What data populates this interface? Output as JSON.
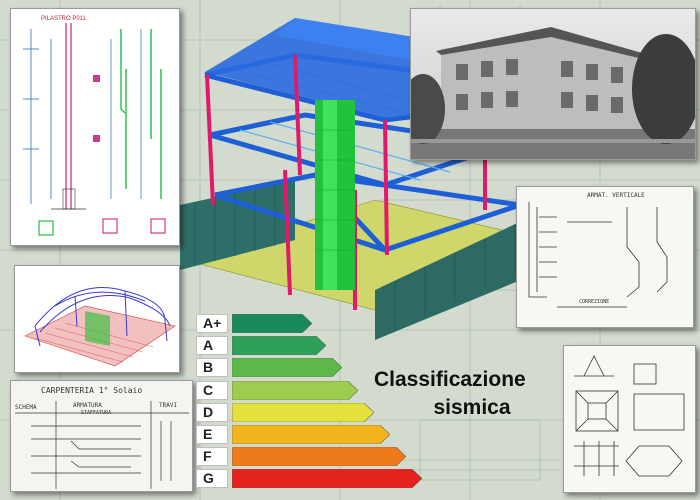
{
  "title": {
    "line1": "Classificazione",
    "line2": "sismica"
  },
  "rebar_drawing": {
    "header": "PILASTRO P011"
  },
  "carpentry_sketch": {
    "heading": "CARPENTERIA  1° Solaio",
    "col_schema": "SCHEMA",
    "col_armatura": "ARMATURA",
    "col_staffatura": "STAFFATURA",
    "col_travi": "TRAVI"
  },
  "rebar_sketch": {
    "heading": "ARMAT. VERTICALE",
    "note": "CORREZIONE"
  },
  "energy_classes": {
    "grades": [
      {
        "label": "A+",
        "color": "#1a8a5a",
        "length": 0.4
      },
      {
        "label": "A",
        "color": "#2fa05a",
        "length": 0.47
      },
      {
        "label": "B",
        "color": "#5db84a",
        "length": 0.55
      },
      {
        "label": "C",
        "color": "#9ccd4e",
        "length": 0.63
      },
      {
        "label": "D",
        "color": "#e3e13a",
        "length": 0.71
      },
      {
        "label": "E",
        "color": "#f3b51e",
        "length": 0.79
      },
      {
        "label": "F",
        "color": "#ef7a1a",
        "length": 0.87
      },
      {
        "label": "G",
        "color": "#e5231e",
        "length": 0.95
      }
    ]
  },
  "colors": {
    "frame_blue": "#1f5fd6",
    "column_red": "#e01a6a",
    "core_green": "#22c23a",
    "wall_teal": "#2f6f6a",
    "roof_blue": "#2a6ae0"
  }
}
